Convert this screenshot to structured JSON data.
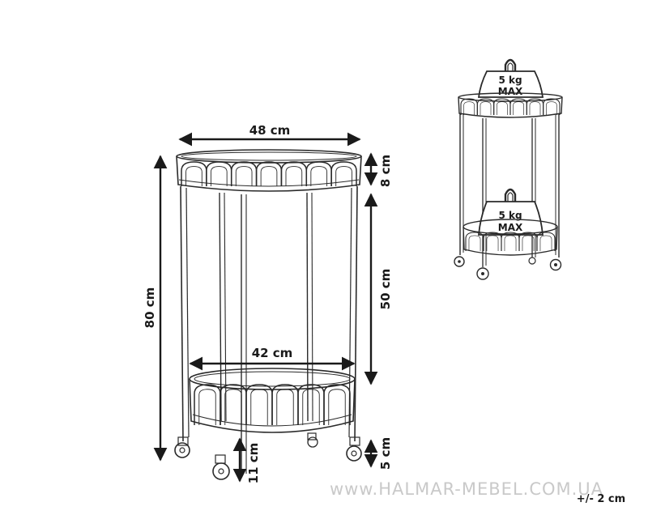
{
  "dimensions": {
    "top_width": "48 cm",
    "top_height": "8 cm",
    "shelf_gap": "50 cm",
    "total_height": "80 cm",
    "bottom_width": "42 cm",
    "leg_height": "11 cm",
    "wheel_height": "5 cm"
  },
  "load": {
    "top_weight": "5 kg",
    "top_max": "MAX",
    "bottom_weight": "5 kg",
    "bottom_max": "MAX"
  },
  "watermark": "www.HALMAR-MEBEL.COM.UA",
  "tolerance": "+/- 2 cm"
}
